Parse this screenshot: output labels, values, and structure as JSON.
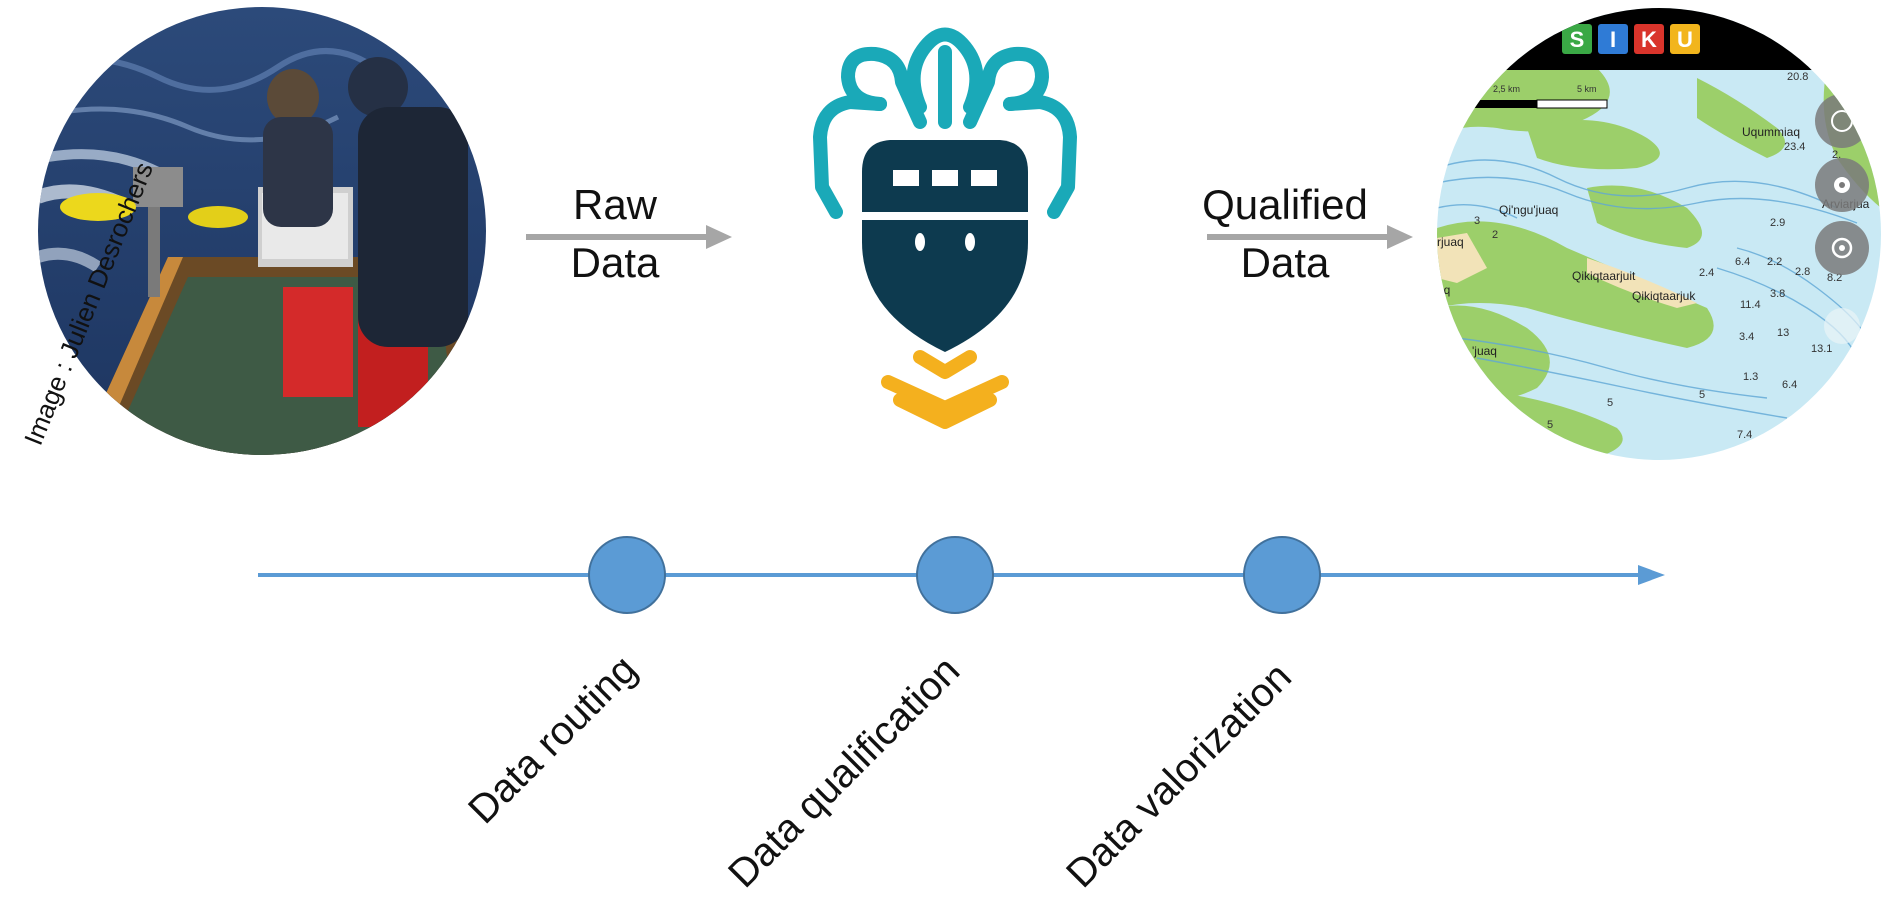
{
  "photo": {
    "credit": "Image : Julien Desrochers"
  },
  "arrows": {
    "raw": {
      "line1": "Raw",
      "line2": "Data"
    },
    "qualified": {
      "line1": "Qualified",
      "line2": "Data"
    }
  },
  "map": {
    "brand_letters": [
      "S",
      "I",
      "K",
      "U"
    ],
    "brand_colors": [
      "#3aa845",
      "#2f7bd6",
      "#d9342b",
      "#f2b51c"
    ],
    "scale": {
      "label1": "2,5 km",
      "label2": "5 km"
    },
    "places": [
      "Uqummiaq",
      "Qi'ngu'juaq",
      "rjuaq",
      "Qikiqtaarjuit",
      "Qikiqtaarjuk",
      "Arviarjua",
      "'juaq",
      "aq"
    ],
    "depths": [
      "20.8",
      "23.4",
      "2.",
      "2.9",
      "6.4",
      "2.2",
      "2.8",
      "8.2",
      "2.4",
      "3.8",
      "11.4",
      "13",
      "3.4",
      "13.1",
      "1.3",
      "6.4",
      "7.4",
      "3",
      "2",
      "5",
      "5",
      "5"
    ],
    "buttons": [
      "globe-icon",
      "gear-icon",
      "locate-icon"
    ]
  },
  "timeline": {
    "stages": [
      "Data routing",
      "Data qualification",
      "Data valorization"
    ],
    "colors": {
      "line": "#5b9bd5",
      "node_fill": "#5b9bd5",
      "node_stroke": "#41719c"
    }
  },
  "logo": {
    "colors": {
      "teal": "#1aa9b8",
      "navy": "#0d3a4f",
      "amber": "#f4b01e"
    }
  }
}
